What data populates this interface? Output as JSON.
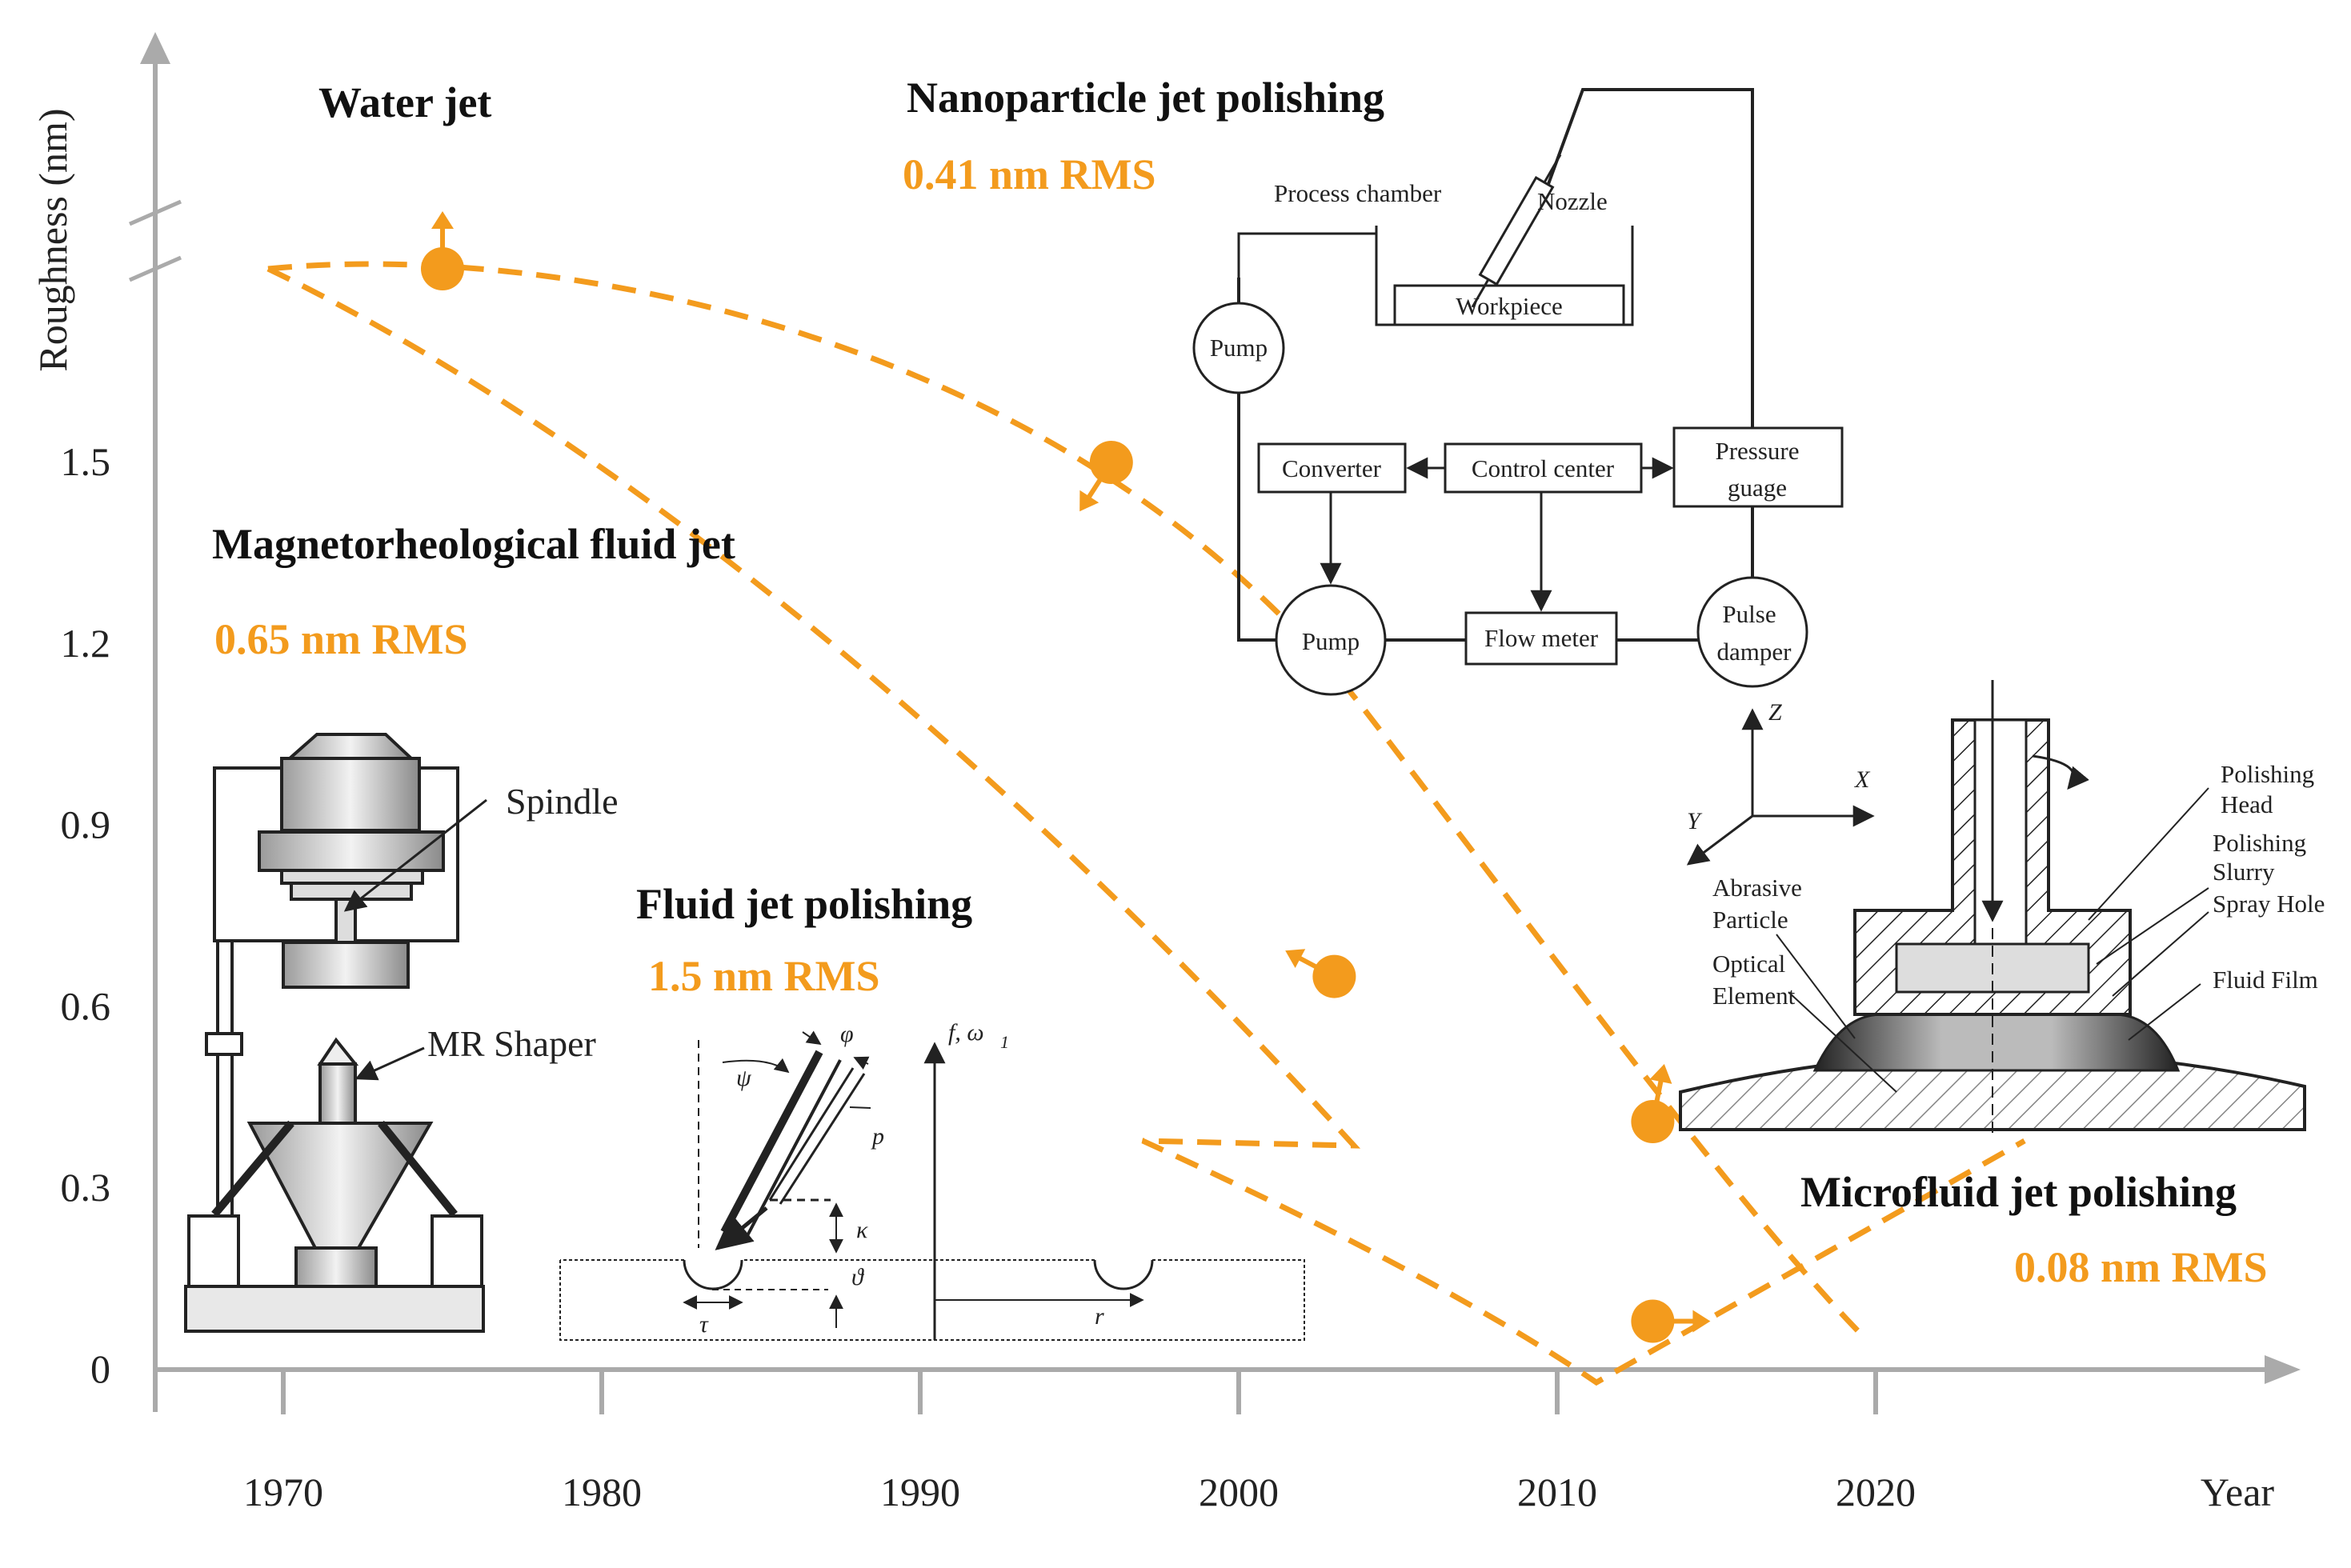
{
  "chart_data": {
    "type": "scatter",
    "xlabel": "Year",
    "ylabel": "Roughness (nm)",
    "x_ticks": [
      "1970",
      "1980",
      "1990",
      "2000",
      "2010",
      "2020"
    ],
    "y_ticks": [
      "0",
      "0.3",
      "0.6",
      "0.9",
      "1.2",
      "1.5"
    ],
    "xlim": [
      1966,
      2034
    ],
    "ylim": [
      0,
      1.5
    ],
    "y_axis_break": true,
    "grid": false,
    "accent_color": "#f39b1d",
    "points": [
      {
        "label": "Water jet",
        "year": 1975,
        "roughness_note": "above axis break",
        "arrow": "up"
      },
      {
        "label": "Fluid jet polishing",
        "year": 1996,
        "roughness": 1.5,
        "rms_text": "1.5 nm RMS",
        "arrow": "down-left"
      },
      {
        "label": "Magnetorheological fluid jet",
        "year": 2003,
        "roughness": 0.65,
        "rms_text": "0.65 nm RMS",
        "arrow": "up-left"
      },
      {
        "label": "Nanoparticle jet polishing",
        "year": 2013,
        "roughness": 0.41,
        "rms_text": "0.41 nm RMS",
        "arrow": "up-right"
      },
      {
        "label": "Microfluid jet polishing",
        "year": 2013,
        "roughness": 0.08,
        "rms_text": "0.08 nm RMS",
        "arrow": "right"
      }
    ]
  },
  "titles": {
    "water": "Water jet",
    "nano": "Nanoparticle jet polishing",
    "mr": "Magnetorheological fluid jet",
    "fluid": "Fluid jet polishing",
    "micro": "Microfluid jet polishing"
  },
  "rms": {
    "nano": "0.41 nm RMS",
    "mr": "0.65 nm RMS",
    "fluid": "1.5 nm RMS",
    "micro": "0.08 nm RMS"
  },
  "nano_diagram": {
    "process_chamber": "Process chamber",
    "nozzle": "Nozzle",
    "workpiece": "Workpiece",
    "pump_top": "Pump",
    "converter": "Converter",
    "control_center": "Control center",
    "pressure_1": "Pressure",
    "pressure_2": "guage",
    "pump_bottom": "Pump",
    "flow_meter": "Flow meter",
    "pulse_1": "Pulse",
    "pulse_2": "damper"
  },
  "mr_diagram": {
    "spindle": "Spindle",
    "mr_shaper": "MR Shaper"
  },
  "fluid_diagram": {
    "phi": "φ",
    "psi": "ψ",
    "p": "p",
    "kappa": "κ",
    "theta": "ϑ",
    "tau": "τ",
    "r": "r",
    "f_omega": "f, ω",
    "f_omega_sub": "1"
  },
  "micro_diagram": {
    "z": "Z",
    "x": "X",
    "y": "Y",
    "abrasive_1": "Abrasive",
    "abrasive_2": "Particle",
    "optical_1": "Optical",
    "optical_2": "Element",
    "head_1": "Polishing",
    "head_2": "Head",
    "slurry_1": "Polishing",
    "slurry_2": "Slurry",
    "spray": "Spray Hole",
    "film": "Fluid Film"
  }
}
